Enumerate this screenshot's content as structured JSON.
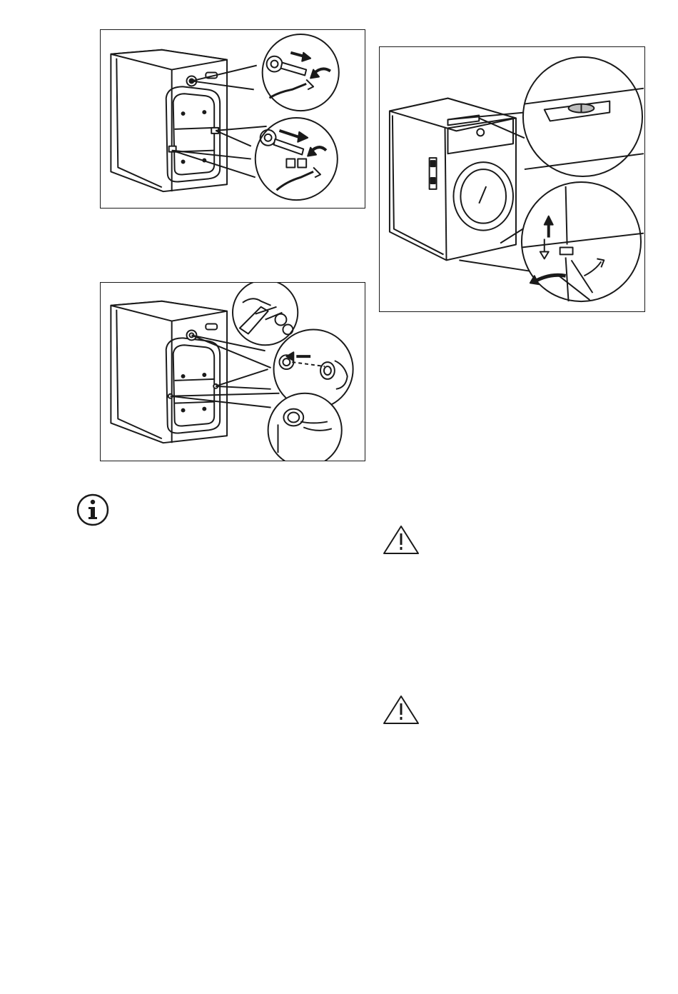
{
  "icons": {
    "info": "info-icon",
    "warning_1": "warning-triangle-icon",
    "warning_2": "warning-triangle-icon"
  },
  "figures": {
    "fig1": "remove-transit-bolts-illustration",
    "fig2": "insert-plastic-caps-illustration",
    "fig3": "level-appliance-illustration"
  },
  "colors": {
    "line": "#1a1a1a",
    "fill": "#ffffff",
    "gray": "#bdbdbd"
  }
}
